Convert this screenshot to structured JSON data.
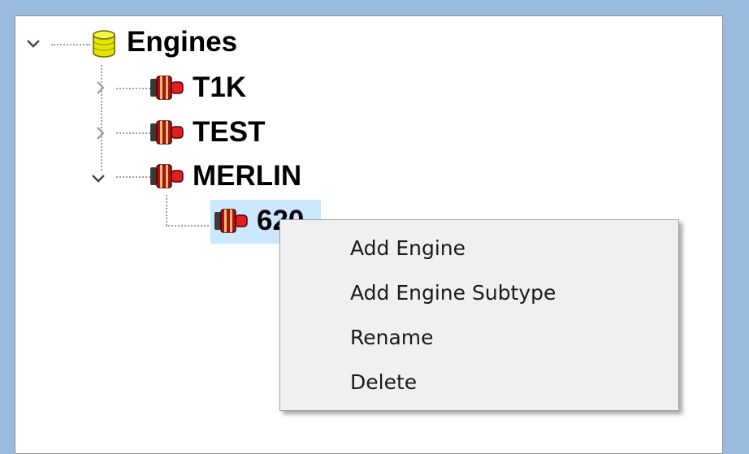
{
  "tree": {
    "root": {
      "label": "Engines",
      "icon": "database-cylinder-icon",
      "expanded": true,
      "children": [
        {
          "label": "T1K",
          "icon": "engine-icon",
          "expanded": false
        },
        {
          "label": "TEST",
          "icon": "engine-icon",
          "expanded": false
        },
        {
          "label": "MERLIN",
          "icon": "engine-icon",
          "expanded": true,
          "children": [
            {
              "label": "620",
              "icon": "engine-icon",
              "selected": true
            }
          ]
        }
      ]
    }
  },
  "context_menu": {
    "items": [
      {
        "label": "Add Engine"
      },
      {
        "label": "Add Engine Subtype"
      },
      {
        "label": "Rename"
      },
      {
        "label": "Delete"
      }
    ]
  },
  "colors": {
    "window_background": "#99bbdd",
    "panel_background": "#ffffff",
    "selection": "#cce8ff",
    "menu_background": "#f0f0f0",
    "database_icon": "#e6e600",
    "engine_red": "#d41414"
  }
}
